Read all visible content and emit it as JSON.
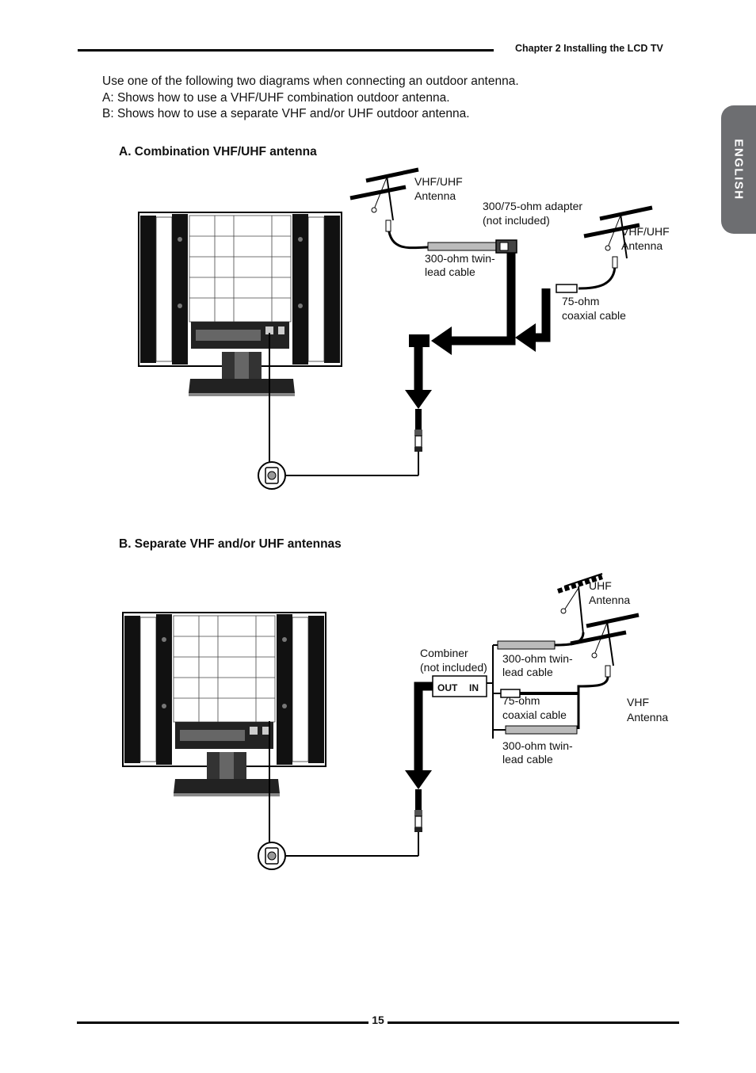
{
  "header": {
    "chapter": "Chapter 2 Installing the LCD TV"
  },
  "side_tab": {
    "label": "ENGLISH"
  },
  "intro": {
    "line1": "Use one of the following two diagrams when connecting an outdoor antenna.",
    "line2": "A: Shows how to use a VHF/UHF combination outdoor antenna.",
    "line3": "B: Shows how to use a separate VHF and/or UHF outdoor antenna."
  },
  "diagram_a": {
    "title": "A. Combination VHF/UHF antenna",
    "labels": {
      "antenna1_l1": "VHF/UHF",
      "antenna1_l2": "Antenna",
      "adapter_l1": "300/75-ohm adapter",
      "adapter_l2": "(not included)",
      "antenna2_l1": "VHF/UHF",
      "antenna2_l2": "Antenna",
      "twin_l1": "300-ohm twin-",
      "twin_l2": "lead cable",
      "coax_l1": "75-ohm",
      "coax_l2": "coaxial cable"
    }
  },
  "diagram_b": {
    "title": "B. Separate VHF and/or UHF antennas",
    "labels": {
      "uhf_l1": "UHF",
      "uhf_l2": "Antenna",
      "combiner_l1": "Combiner",
      "combiner_l2": "(not included)",
      "combiner_out": "OUT",
      "combiner_in": "IN",
      "twin1_l1": "300-ohm twin-",
      "twin1_l2": "lead cable",
      "coax_l1": "75-ohm",
      "coax_l2": "coaxial cable",
      "twin2_l1": "300-ohm twin-",
      "twin2_l2": "lead cable",
      "vhf_l1": "VHF",
      "vhf_l2": "Antenna"
    }
  },
  "footer": {
    "page_number": "15"
  }
}
